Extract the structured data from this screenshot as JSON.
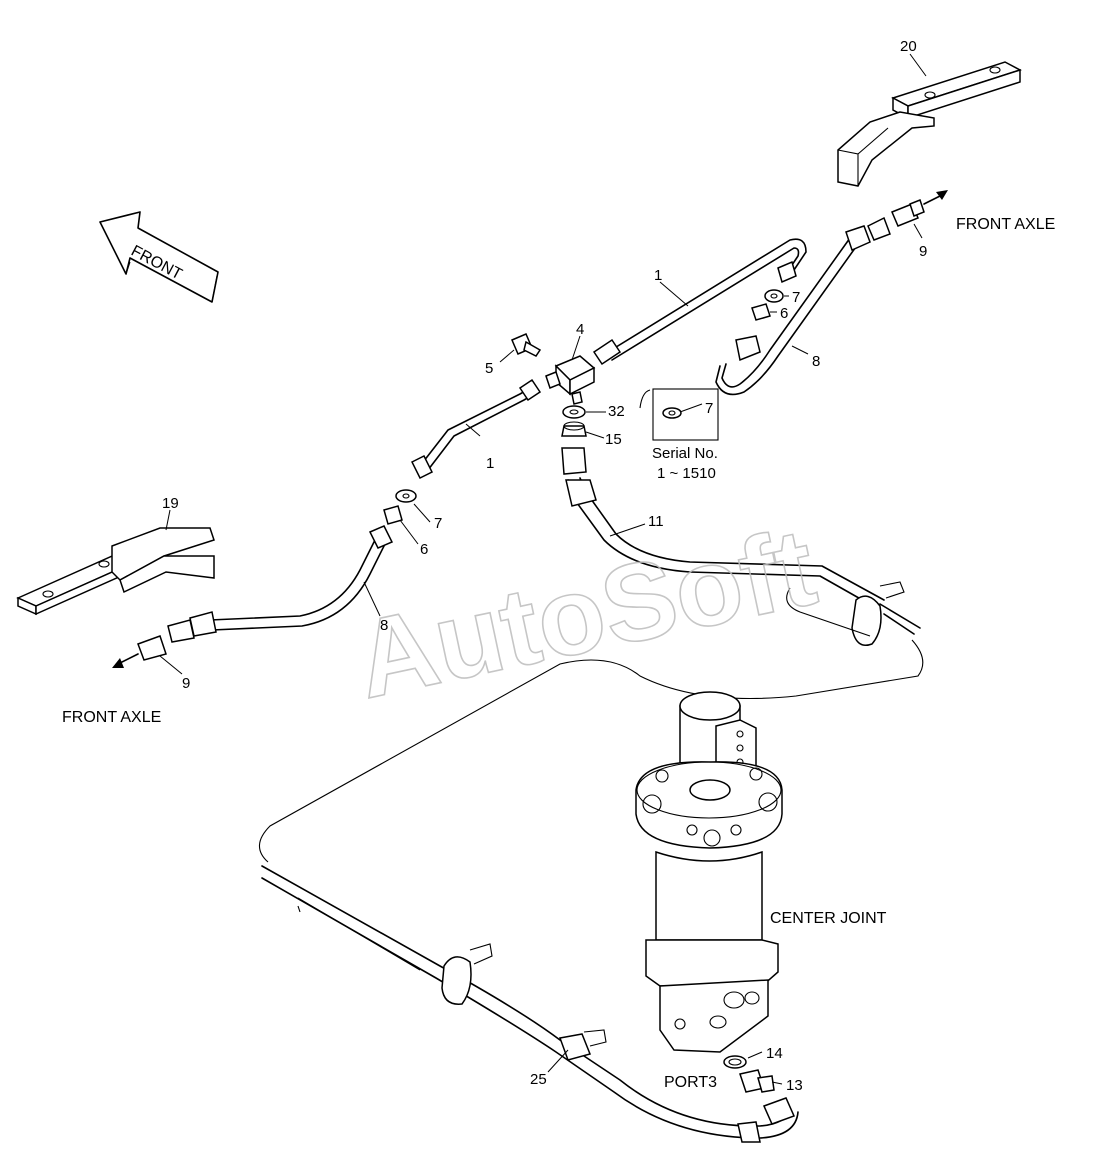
{
  "watermark": "AutoSoft",
  "front_arrow": "FRONT",
  "labels": {
    "front_axle_right": "FRONT AXLE",
    "front_axle_left": "FRONT AXLE",
    "center_joint": "CENTER JOINT",
    "port3": "PORT3",
    "serial_title": "Serial No.",
    "serial_range": "1 ~ 1510"
  },
  "callouts": {
    "c1a": "1",
    "c1b": "1",
    "c4": "4",
    "c5": "5",
    "c6a": "6",
    "c6b": "6",
    "c7a": "7",
    "c7b": "7",
    "c7c": "7",
    "c8a": "8",
    "c8b": "8",
    "c9a": "9",
    "c9b": "9",
    "c11": "11",
    "c13": "13",
    "c14": "14",
    "c15": "15",
    "c19": "19",
    "c20": "20",
    "c25": "25",
    "c32": "32"
  }
}
